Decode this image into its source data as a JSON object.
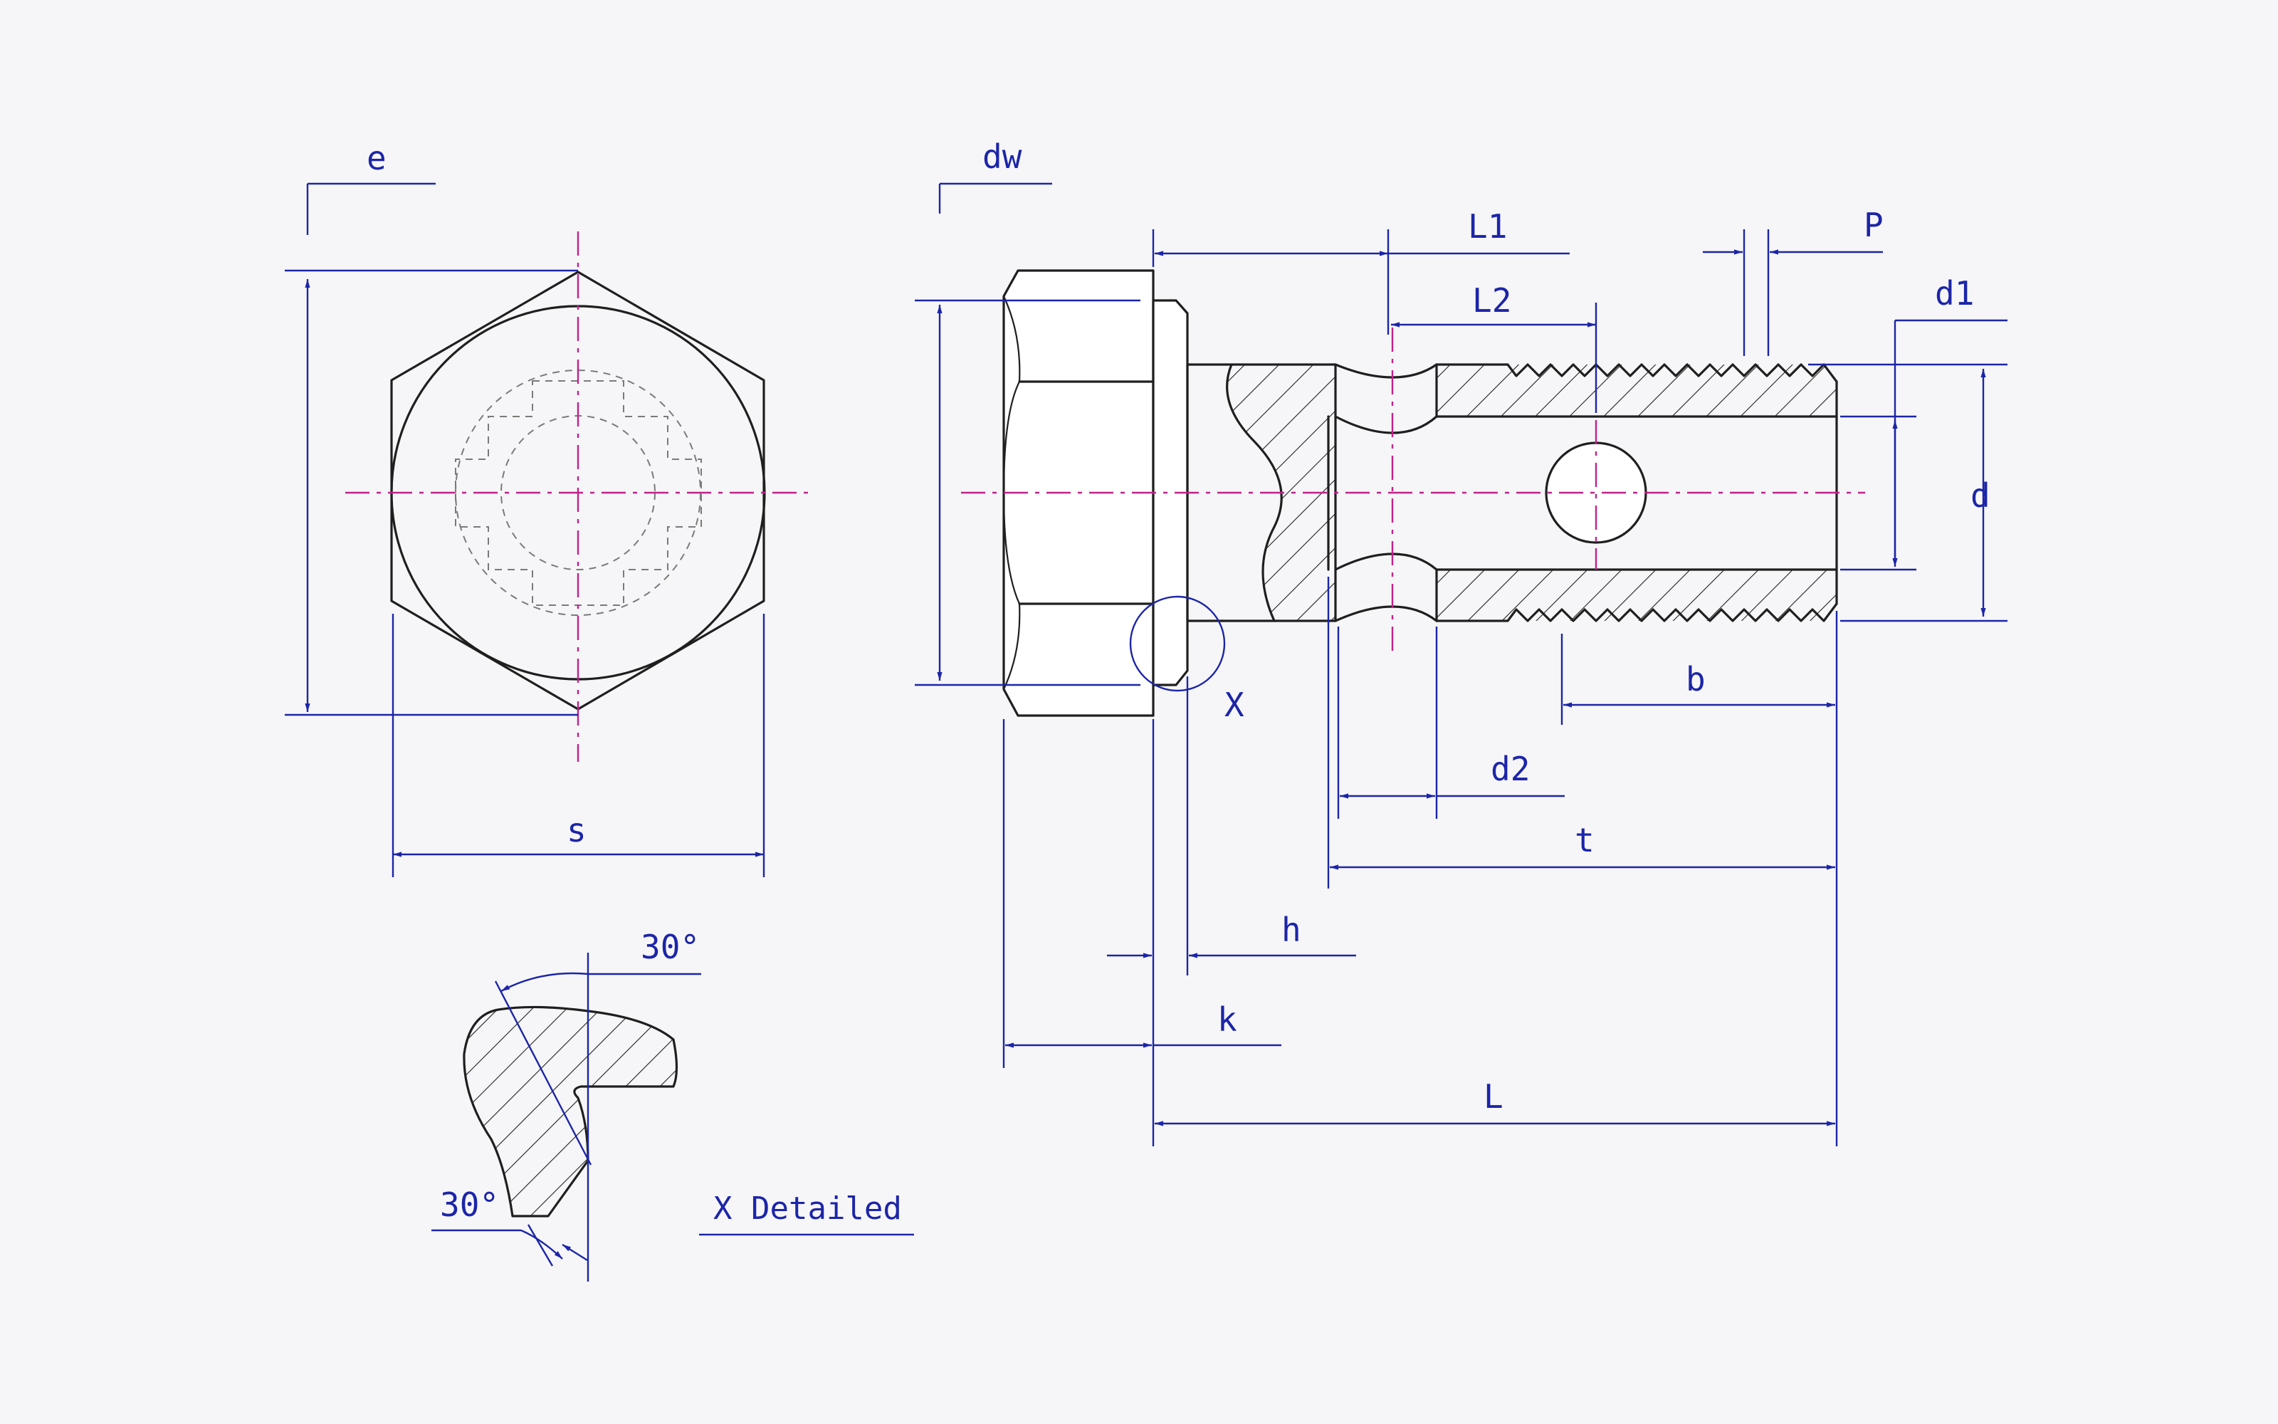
{
  "labels": {
    "e": "e",
    "s": "s",
    "dw": "dw",
    "L1": "L1",
    "L2": "L2",
    "P": "P",
    "d1": "d1",
    "d": "d",
    "b": "b",
    "d2": "d2",
    "t": "t",
    "h": "h",
    "k": "k",
    "L": "L",
    "X": "X",
    "angle_top": "30°",
    "angle_bottom": "30°",
    "detail_caption": "X Detailed"
  },
  "colors": {
    "dimension": "#1c25a8",
    "centerline": "#c0228a",
    "outline": "#1f1f1f",
    "background": "#f6f6f8"
  }
}
